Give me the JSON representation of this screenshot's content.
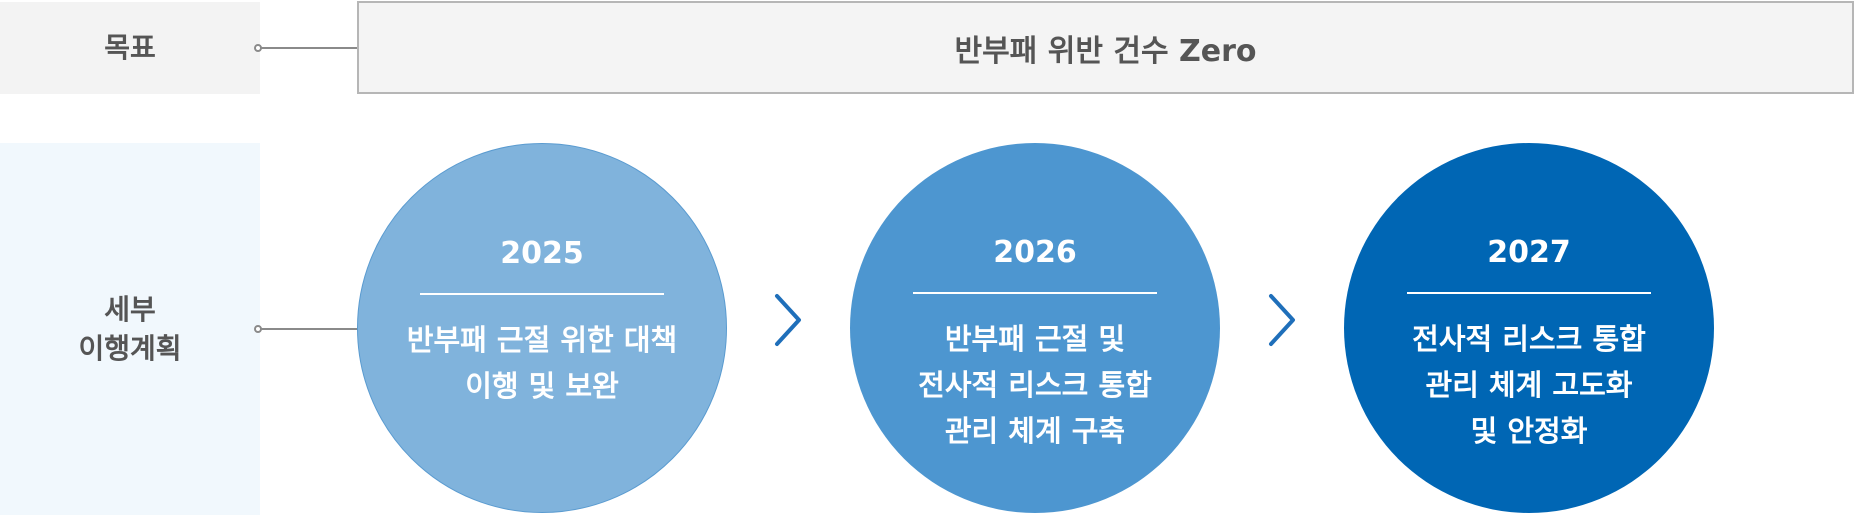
{
  "goal": {
    "label": "목표",
    "text": "반부패 위반 건수 Zero"
  },
  "plan": {
    "label": "세부\n이행계획",
    "stages": [
      {
        "year": "2025",
        "text": "반부패 근절 위한 대책\n이행 및 보완",
        "color": "#80b3dc"
      },
      {
        "year": "2026",
        "text": "반부패 근절 및\n전사적 리스크 통합\n관리 체계 구축",
        "color": "#4d96d0"
      },
      {
        "year": "2027",
        "text": "전사적 리스크 통합\n관리 체계 고도화\n및 안정화",
        "color": "#0066b4"
      }
    ],
    "arrow_color": "#1f6fba",
    "chevron_icon": "chevron-right-icon"
  }
}
